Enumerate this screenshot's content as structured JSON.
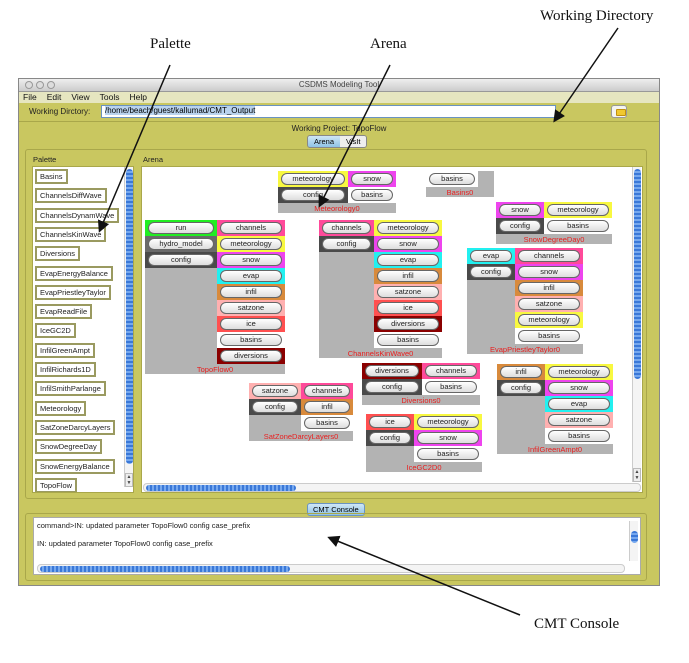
{
  "callouts": {
    "palette": "Palette",
    "arena": "Arena",
    "working_directory": "Working Directory",
    "cmt_console": "CMT Console"
  },
  "window": {
    "title": "CSDMS Modeling Tool",
    "menu": [
      "File",
      "Edit",
      "View",
      "Tools",
      "Help"
    ],
    "working_directory_label": "Working Dirctory:",
    "working_directory_value": "/home/beach/guest/kallumad/CMT_Output",
    "folder_icon": "folder-icon",
    "project_label": "Working Project: TopoFlow",
    "tabs": [
      {
        "label": "Arena",
        "active": true
      },
      {
        "label": "VisIt",
        "active": false
      }
    ],
    "palette_label": "Palette",
    "arena_label": "Arena",
    "console_tab": "CMT Console"
  },
  "palette": [
    "Basins",
    "ChannelsDiffWave",
    "ChannelsDynamWave",
    "ChannelsKinWave",
    "Diversions",
    "EvapEnergyBalance",
    "EvapPriestleyTaylor",
    "EvapReadFile",
    "IceGC2D",
    "InfilGreenAmpt",
    "InfilRichards1D",
    "InfilSmithParlange",
    "Meteorology",
    "SatZoneDarcyLayers",
    "SnowDegreeDay",
    "SnowEnergyBalance",
    "TopoFlow"
  ],
  "colors": {
    "run": "#22ee22",
    "meteorology": "#f8f840",
    "snow": "#ee44ee",
    "channels": "#ff4a9a",
    "evap": "#22f0f0",
    "infil": "#d88a3c",
    "satzone": "#ffb0b0",
    "ice": "#ff5050",
    "diversions": "#8a0000",
    "basins": "#ffffff",
    "config": "#4a4a4a",
    "hydro_model": "#6a6a6a",
    "component_name": "#e82020",
    "window_bg": "#c9c760"
  },
  "components": [
    {
      "name": "Meteorology0",
      "left": [
        {
          "label": "meteorology",
          "color": "meteorology"
        },
        {
          "label": "config",
          "color": "config"
        }
      ],
      "right": [
        {
          "label": "snow",
          "color": "snow"
        },
        {
          "label": "basins",
          "color": "basins"
        }
      ]
    },
    {
      "name": "Basins0",
      "left": [
        {
          "label": "basins",
          "color": "basins"
        }
      ],
      "right": []
    },
    {
      "name": "SnowDegreeDay0",
      "left": [
        {
          "label": "snow",
          "color": "snow"
        },
        {
          "label": "config",
          "color": "config"
        }
      ],
      "right": [
        {
          "label": "meteorology",
          "color": "meteorology"
        },
        {
          "label": "basins",
          "color": "basins"
        }
      ]
    },
    {
      "name": "TopoFlow0",
      "left": [
        {
          "label": "run",
          "color": "run"
        },
        {
          "label": "hydro_model",
          "color": "hydro_model"
        },
        {
          "label": "config",
          "color": "config"
        }
      ],
      "right": [
        {
          "label": "channels",
          "color": "channels"
        },
        {
          "label": "meteorology",
          "color": "meteorology"
        },
        {
          "label": "snow",
          "color": "snow"
        },
        {
          "label": "evap",
          "color": "evap"
        },
        {
          "label": "infil",
          "color": "infil"
        },
        {
          "label": "satzone",
          "color": "satzone"
        },
        {
          "label": "ice",
          "color": "ice"
        },
        {
          "label": "basins",
          "color": "basins"
        },
        {
          "label": "diversions",
          "color": "diversions"
        }
      ]
    },
    {
      "name": "ChannelsKinWave0",
      "left": [
        {
          "label": "channels",
          "color": "channels"
        },
        {
          "label": "config",
          "color": "config"
        }
      ],
      "right": [
        {
          "label": "meteorology",
          "color": "meteorology"
        },
        {
          "label": "snow",
          "color": "snow"
        },
        {
          "label": "evap",
          "color": "evap"
        },
        {
          "label": "infil",
          "color": "infil"
        },
        {
          "label": "satzone",
          "color": "satzone"
        },
        {
          "label": "ice",
          "color": "ice"
        },
        {
          "label": "diversions",
          "color": "diversions"
        },
        {
          "label": "basins",
          "color": "basins"
        }
      ]
    },
    {
      "name": "EvapPriestleyTaylor0",
      "left": [
        {
          "label": "evap",
          "color": "evap"
        },
        {
          "label": "config",
          "color": "config"
        }
      ],
      "right": [
        {
          "label": "channels",
          "color": "channels"
        },
        {
          "label": "snow",
          "color": "snow"
        },
        {
          "label": "infil",
          "color": "infil"
        },
        {
          "label": "satzone",
          "color": "satzone"
        },
        {
          "label": "meteorology",
          "color": "meteorology"
        },
        {
          "label": "basins",
          "color": "basins"
        }
      ]
    },
    {
      "name": "Diversions0",
      "left": [
        {
          "label": "diversions",
          "color": "diversions"
        },
        {
          "label": "config",
          "color": "config"
        }
      ],
      "right": [
        {
          "label": "channels",
          "color": "channels"
        },
        {
          "label": "basins",
          "color": "basins"
        }
      ]
    },
    {
      "name": "SatZoneDarcyLayers0",
      "left": [
        {
          "label": "satzone",
          "color": "satzone"
        },
        {
          "label": "config",
          "color": "config"
        }
      ],
      "right": [
        {
          "label": "channels",
          "color": "channels"
        },
        {
          "label": "infil",
          "color": "infil"
        },
        {
          "label": "basins",
          "color": "basins"
        }
      ]
    },
    {
      "name": "IceGC2D0",
      "left": [
        {
          "label": "ice",
          "color": "ice"
        },
        {
          "label": "config",
          "color": "config"
        }
      ],
      "right": [
        {
          "label": "meteorology",
          "color": "meteorology"
        },
        {
          "label": "snow",
          "color": "snow"
        },
        {
          "label": "basins",
          "color": "basins"
        }
      ]
    },
    {
      "name": "InfilGreenAmpt0",
      "left": [
        {
          "label": "infil",
          "color": "infil"
        },
        {
          "label": "config",
          "color": "config"
        }
      ],
      "right": [
        {
          "label": "meteorology",
          "color": "meteorology"
        },
        {
          "label": "snow",
          "color": "snow"
        },
        {
          "label": "evap",
          "color": "evap"
        },
        {
          "label": "satzone",
          "color": "satzone"
        },
        {
          "label": "basins",
          "color": "basins"
        }
      ]
    }
  ],
  "console": {
    "lines": [
      "command>IN: updated parameter TopoFlow0 config case_prefix",
      "IN: updated parameter TopoFlow0 config case_prefix"
    ]
  }
}
